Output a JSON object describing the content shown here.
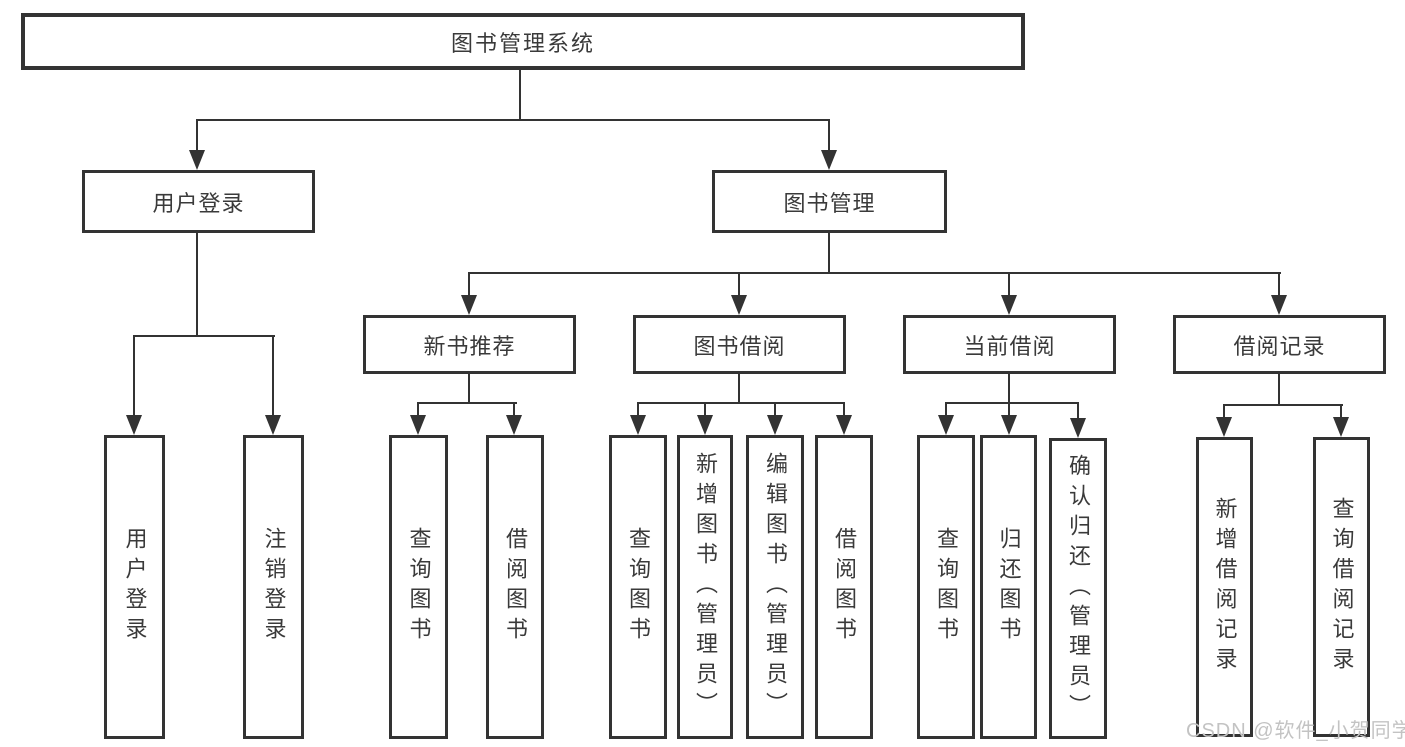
{
  "tree": {
    "root": "图书管理系统",
    "branches": [
      {
        "label": "用户登录",
        "children": [
          {
            "label": "用户登录"
          },
          {
            "label": "注销登录"
          }
        ]
      },
      {
        "label": "图书管理",
        "children": [
          {
            "label": "新书推荐",
            "children": [
              {
                "label": "查询图书"
              },
              {
                "label": "借阅图书"
              }
            ]
          },
          {
            "label": "图书借阅",
            "children": [
              {
                "label": "查询图书"
              },
              {
                "label": "新增图书（管理员）"
              },
              {
                "label": "编辑图书（管理员）"
              },
              {
                "label": "借阅图书"
              }
            ]
          },
          {
            "label": "当前借阅",
            "children": [
              {
                "label": "查询图书"
              },
              {
                "label": "归还图书"
              },
              {
                "label": "确认归还（管理员）"
              }
            ]
          },
          {
            "label": "借阅记录",
            "children": [
              {
                "label": "新增借阅记录"
              },
              {
                "label": "查询借阅记录"
              }
            ]
          }
        ]
      }
    ]
  },
  "watermark": "CSDN @软件_小贺同学",
  "colors": {
    "line": "#333333",
    "text": "#3a3a3a",
    "watermark": "#c3c3c3",
    "background": "#ffffff"
  }
}
